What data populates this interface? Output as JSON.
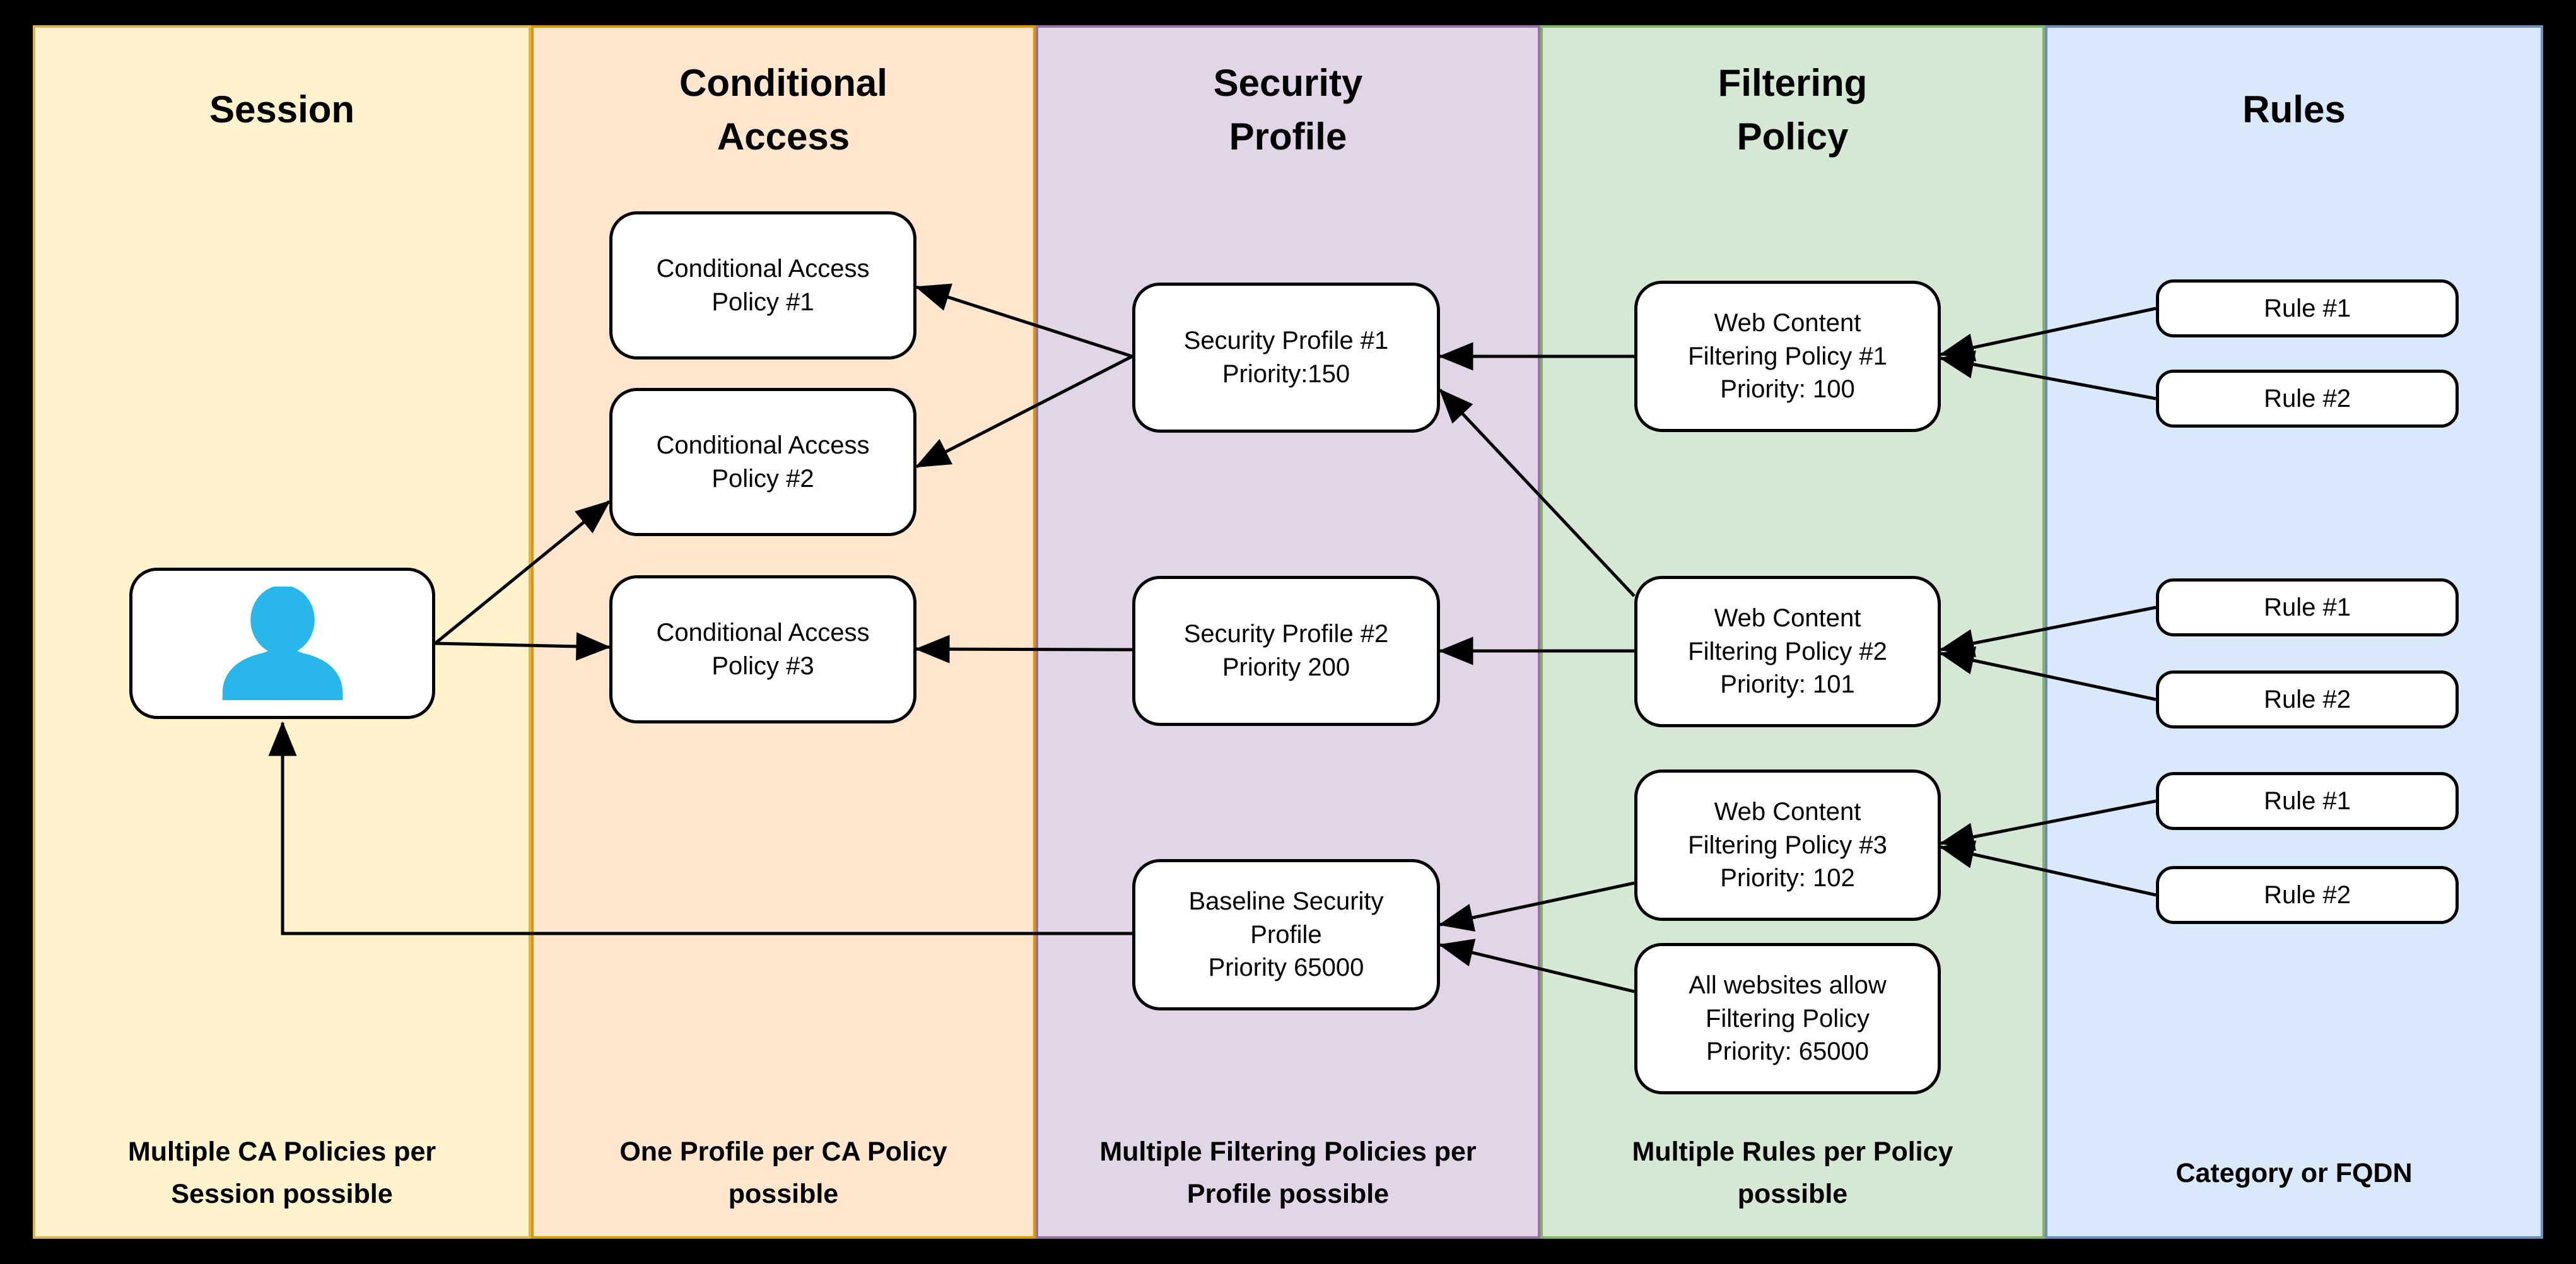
{
  "canvas": {
    "background": "#000000"
  },
  "columns": [
    {
      "id": "session",
      "title": "Session",
      "footer": "Multiple CA Policies per\nSession possible",
      "fill": "#FFF2CC",
      "stroke": "#D6B656"
    },
    {
      "id": "conditional-access",
      "title": "Conditional\nAccess",
      "footer": "One Profile per CA Policy\npossible",
      "fill": "#FFE6CC",
      "stroke": "#D79B00"
    },
    {
      "id": "security-profile",
      "title": "Security\nProfile",
      "footer": "Multiple Filtering Policies per\nProfile possible",
      "fill": "#E1D5E7",
      "stroke": "#9673A6"
    },
    {
      "id": "filtering-policy",
      "title": "Filtering\nPolicy",
      "footer": "Multiple Rules per Policy\npossible",
      "fill": "#D5E8D4",
      "stroke": "#82B366"
    },
    {
      "id": "rules",
      "title": "Rules",
      "footer": "Category or FQDN",
      "fill": "#DAE8FC",
      "stroke": "#6C8EBF"
    }
  ],
  "nodes": {
    "user": {
      "label": "",
      "icon": "person"
    },
    "ca_policy_1": {
      "label": "Conditional Access\nPolicy #1"
    },
    "ca_policy_2": {
      "label": "Conditional Access\nPolicy #2"
    },
    "ca_policy_3": {
      "label": "Conditional Access\nPolicy #3"
    },
    "security_profile_1": {
      "label": "Security Profile #1\nPriority:150"
    },
    "security_profile_2": {
      "label": "Security Profile #2\nPriority 200"
    },
    "baseline_security_profile": {
      "label": "Baseline Security\nProfile\nPriority 65000"
    },
    "wcf_policy_1": {
      "label": "Web Content\nFiltering Policy #1\nPriority: 100"
    },
    "wcf_policy_2": {
      "label": "Web Content\nFiltering Policy #2\nPriority: 101"
    },
    "wcf_policy_3": {
      "label": "Web Content\nFiltering Policy #3\nPriority: 102"
    },
    "all_websites_allow": {
      "label": "All websites allow\nFiltering Policy\nPriority: 65000"
    },
    "rule_1_1": {
      "label": "Rule #1"
    },
    "rule_1_2": {
      "label": "Rule #2"
    },
    "rule_2_1": {
      "label": "Rule #1"
    },
    "rule_2_2": {
      "label": "Rule #2"
    },
    "rule_3_1": {
      "label": "Rule #1"
    },
    "rule_3_2": {
      "label": "Rule #2"
    }
  },
  "icons": {
    "person_color": "#29B6EA"
  },
  "edges": [
    {
      "from": "user",
      "to": "ca_policy_2"
    },
    {
      "from": "user",
      "to": "ca_policy_3"
    },
    {
      "from": "security_profile_1",
      "to": "ca_policy_1"
    },
    {
      "from": "security_profile_1",
      "to": "ca_policy_2"
    },
    {
      "from": "security_profile_2",
      "to": "ca_policy_3"
    },
    {
      "from": "wcf_policy_1",
      "to": "security_profile_1"
    },
    {
      "from": "wcf_policy_2",
      "to": "security_profile_1"
    },
    {
      "from": "wcf_policy_2",
      "to": "security_profile_2"
    },
    {
      "from": "wcf_policy_3",
      "to": "baseline_security_profile"
    },
    {
      "from": "all_websites_allow",
      "to": "baseline_security_profile"
    },
    {
      "from": "baseline_security_profile",
      "to": "user"
    },
    {
      "from": "rule_1_1",
      "to": "wcf_policy_1"
    },
    {
      "from": "rule_1_2",
      "to": "wcf_policy_1"
    },
    {
      "from": "rule_2_1",
      "to": "wcf_policy_2"
    },
    {
      "from": "rule_2_2",
      "to": "wcf_policy_2"
    },
    {
      "from": "rule_3_1",
      "to": "wcf_policy_3"
    },
    {
      "from": "rule_3_2",
      "to": "wcf_policy_3"
    }
  ]
}
